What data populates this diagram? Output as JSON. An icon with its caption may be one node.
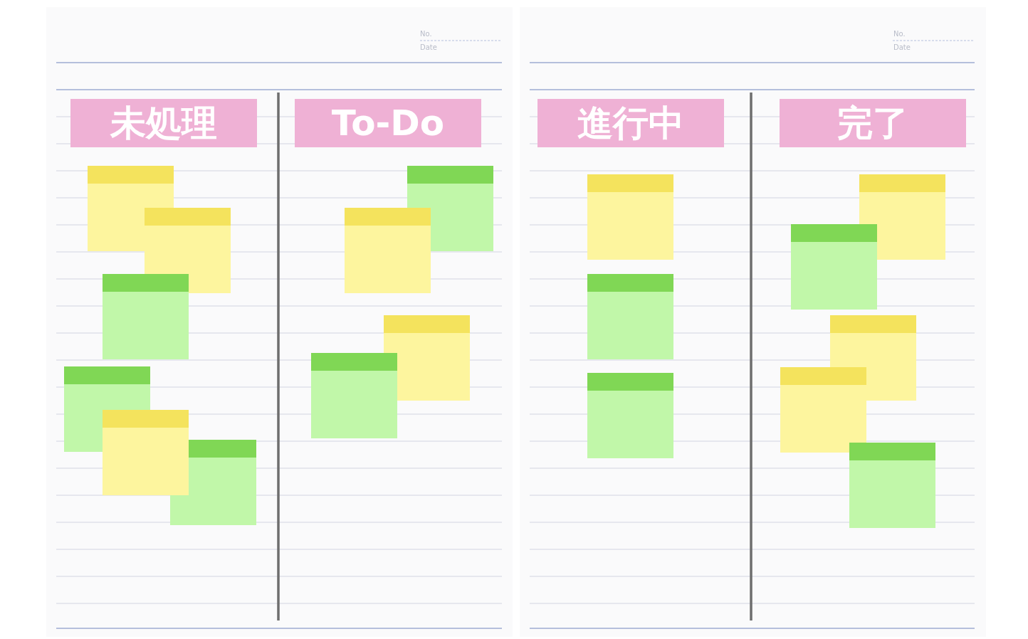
{
  "diagram": {
    "nodes": [
      {
        "text": [
          "未処理"
        ]
      },
      {
        "text": [
          "To-Do"
        ]
      },
      {
        "text": [
          "進行中"
        ]
      },
      {
        "text": [
          "完了"
        ]
      },
      {
        "text": [],
        "shape": "box"
      },
      {
        "text": [],
        "shape": "box"
      },
      {
        "text": [],
        "shape": "box"
      },
      {
        "text": [],
        "shape": "box"
      },
      {
        "text": [],
        "shape": "box"
      },
      {
        "text": [],
        "shape": "box"
      },
      {
        "text": [],
        "shape": "box"
      },
      {
        "text": [],
        "shape": "box"
      },
      {
        "text": [],
        "shape": "box"
      },
      {
        "text": [],
        "shape": "box"
      },
      {
        "text": [],
        "shape": "box"
      },
      {
        "text": [],
        "shape": "box"
      },
      {
        "text": [],
        "shape": "box"
      },
      {
        "text": [],
        "shape": "box"
      },
      {
        "text": [],
        "shape": "box"
      },
      {
        "text": [],
        "shape": "box"
      },
      {
        "text": [],
        "shape": "box"
      },
      {
        "text": [],
        "shape": "box"
      }
    ],
    "labels": [
      "No.",
      "Date",
      "No.",
      "Date"
    ]
  }
}
